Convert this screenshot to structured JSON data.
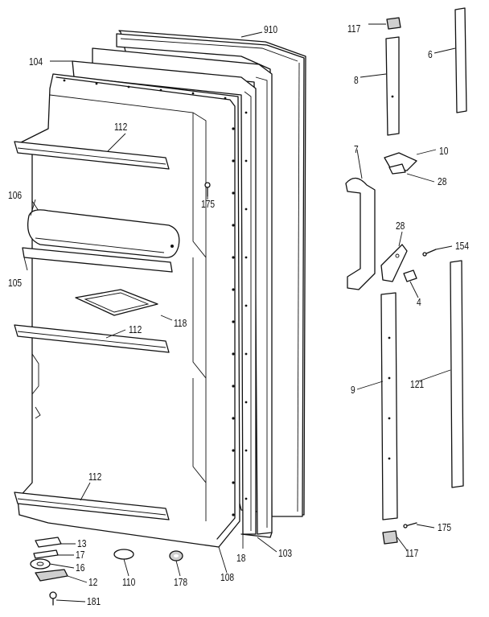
{
  "callouts": [
    {
      "id": "c910",
      "text": "910"
    },
    {
      "id": "c104",
      "text": "104"
    },
    {
      "id": "c112a",
      "text": "112"
    },
    {
      "id": "c106",
      "text": "106"
    },
    {
      "id": "c175a",
      "text": "175"
    },
    {
      "id": "c105",
      "text": "105"
    },
    {
      "id": "c118",
      "text": "118"
    },
    {
      "id": "c112b",
      "text": "112"
    },
    {
      "id": "c112c",
      "text": "112"
    },
    {
      "id": "c13",
      "text": "13"
    },
    {
      "id": "c17",
      "text": "17"
    },
    {
      "id": "c16",
      "text": "16"
    },
    {
      "id": "c12",
      "text": "12"
    },
    {
      "id": "c181",
      "text": "181"
    },
    {
      "id": "c110",
      "text": "110"
    },
    {
      "id": "c178",
      "text": "178"
    },
    {
      "id": "c108",
      "text": "108"
    },
    {
      "id": "c18",
      "text": "18"
    },
    {
      "id": "c103",
      "text": "103"
    },
    {
      "id": "c117a",
      "text": "117"
    },
    {
      "id": "c6",
      "text": "6"
    },
    {
      "id": "c8",
      "text": "8"
    },
    {
      "id": "c7",
      "text": "7"
    },
    {
      "id": "c10",
      "text": "10"
    },
    {
      "id": "c28a",
      "text": "28"
    },
    {
      "id": "c28b",
      "text": "28"
    },
    {
      "id": "c154",
      "text": "154"
    },
    {
      "id": "c4",
      "text": "4"
    },
    {
      "id": "c9",
      "text": "9"
    },
    {
      "id": "c121",
      "text": "121"
    },
    {
      "id": "c175b",
      "text": "175"
    },
    {
      "id": "c117b",
      "text": "117"
    }
  ]
}
